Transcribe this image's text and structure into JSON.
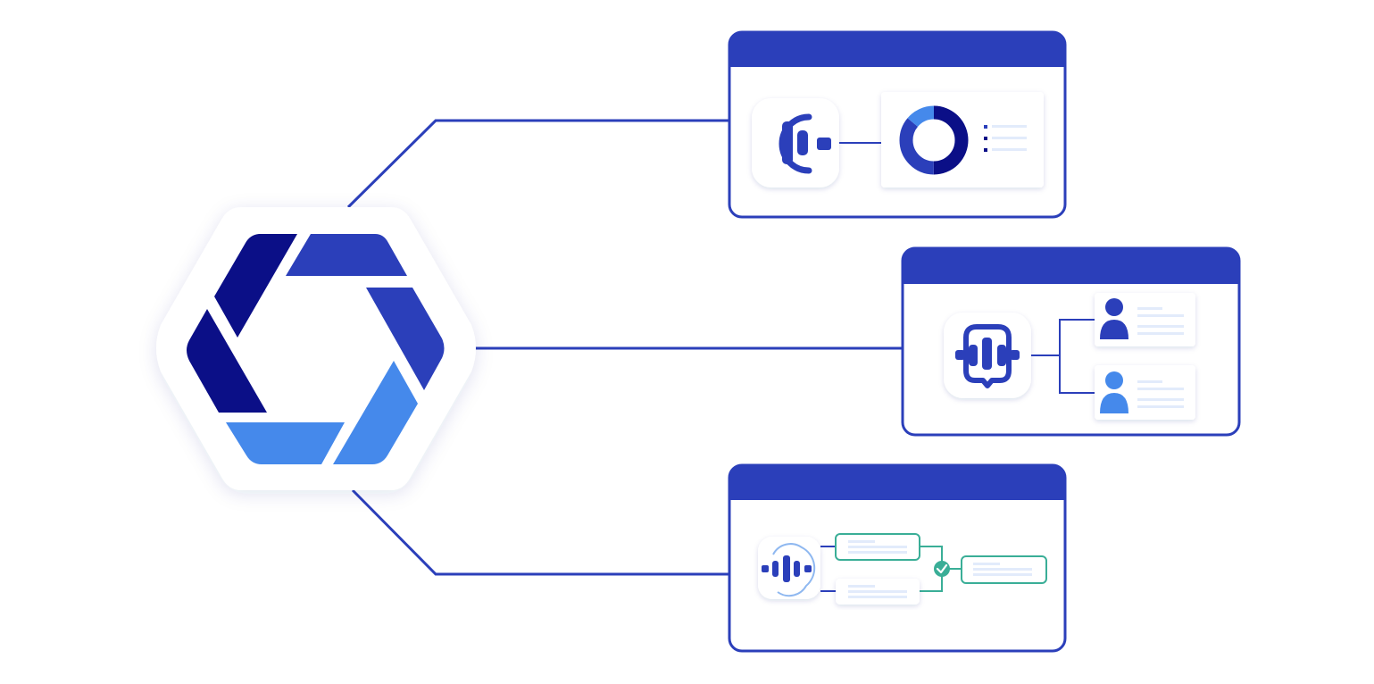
{
  "colors": {
    "primary": "#2b3fba",
    "dark_navy": "#0b0f87",
    "light_blue": "#4589eb",
    "pale_line": "#e2ebfb",
    "success_green": "#3aae97",
    "white": "#ffffff"
  },
  "hub": {
    "icon": "hexagon-logo-icon"
  },
  "cards": [
    {
      "id": "analytics",
      "app_icon": "bar-chart-app-icon",
      "content": "donut-chart-panel"
    },
    {
      "id": "conversation",
      "app_icon": "speech-waveform-app-icon",
      "content": "contact-list-panel"
    },
    {
      "id": "workflow",
      "app_icon": "audio-wave-app-icon",
      "content": "flow-diagram-panel"
    }
  ],
  "donut_chart": {
    "segments": [
      {
        "color": "#0b0f87",
        "value": 0.5
      },
      {
        "color": "#2b3fba",
        "value": 0.36
      },
      {
        "color": "#4589eb",
        "value": 0.14
      }
    ]
  },
  "contacts": [
    {
      "avatar_color": "#2b3fba"
    },
    {
      "avatar_color": "#4589eb"
    }
  ]
}
